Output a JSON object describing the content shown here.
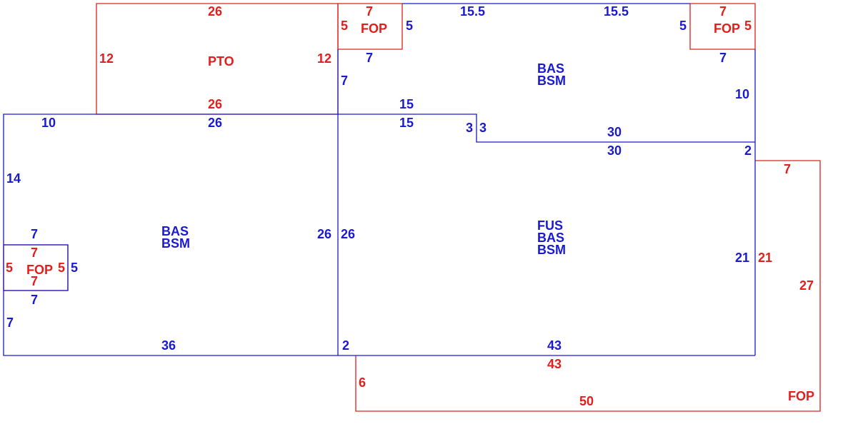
{
  "colors": {
    "red": "#e0201c",
    "blue": "#1a1ad0",
    "background": "#ffffff"
  },
  "areas": {
    "pto": {
      "code": "PTO"
    },
    "fop_top_left": {
      "code": "FOP"
    },
    "fop_top_right": {
      "code": "FOP"
    },
    "fop_left": {
      "code": "FOP"
    },
    "fop_bottom": {
      "code": "FOP"
    },
    "upper_right": {
      "codes": [
        "BAS",
        "BSM"
      ]
    },
    "left": {
      "codes": [
        "BAS",
        "BSM"
      ]
    },
    "center": {
      "codes": [
        "FUS",
        "BAS",
        "BSM"
      ]
    }
  },
  "dims": {
    "pto_top": "26",
    "pto_left": "12",
    "pto_right": "12",
    "pto_bottom": "26",
    "fop_tl_top": "7",
    "fop_tl_left": "5",
    "fop_tl_right": "5",
    "upper_top_a": "15.5",
    "upper_top_b": "15.5",
    "fop_tr_top": "7",
    "fop_tr_left": "5",
    "fop_tr_right": "5",
    "upper_7a": "7",
    "upper_7b": "7",
    "upper_7left": "7",
    "upper_10": "10",
    "upper_15": "15",
    "upper_3": "3",
    "upper_30": "30",
    "upper_2": "2",
    "left_10": "10",
    "left_26top": "26",
    "left_14": "14",
    "left_fop_7top_blue": "7",
    "left_fop_7top_red": "7",
    "left_fop_5_red": "5",
    "left_fop_5_red_inner": "5",
    "left_fop_5_blue": "5",
    "left_fop_7bottom_red": "7",
    "left_fop_7bottom_blue": "7",
    "left_7": "7",
    "left_36": "36",
    "left_26right": "26",
    "center_15": "15",
    "center_3": "3",
    "center_30": "30",
    "center_26left": "26",
    "center_21": "21",
    "center_2": "2",
    "center_43": "43",
    "fop_b_7": "7",
    "fop_b_21": "21",
    "fop_b_27": "27",
    "fop_b_43": "43",
    "fop_b_6": "6",
    "fop_b_50": "50"
  }
}
